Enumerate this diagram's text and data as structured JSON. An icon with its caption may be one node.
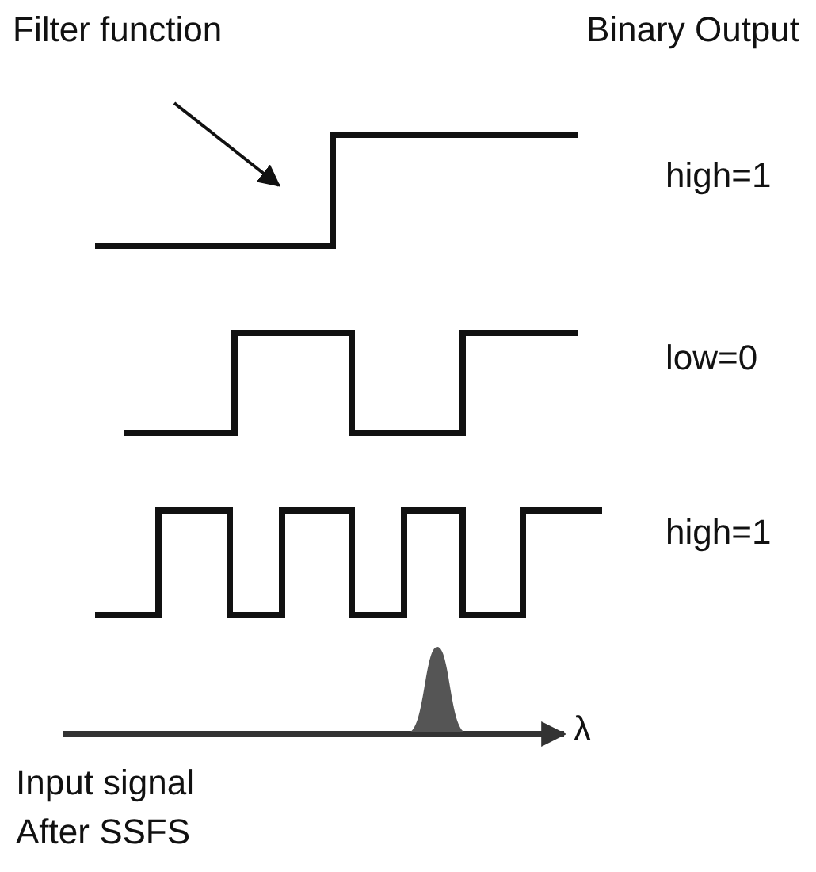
{
  "diagram": {
    "labels": [
      "Filter function",
      "Binary Output",
      "high=1",
      "low=0",
      "high=1",
      "λ",
      "Input signal After SSFS"
    ]
  }
}
